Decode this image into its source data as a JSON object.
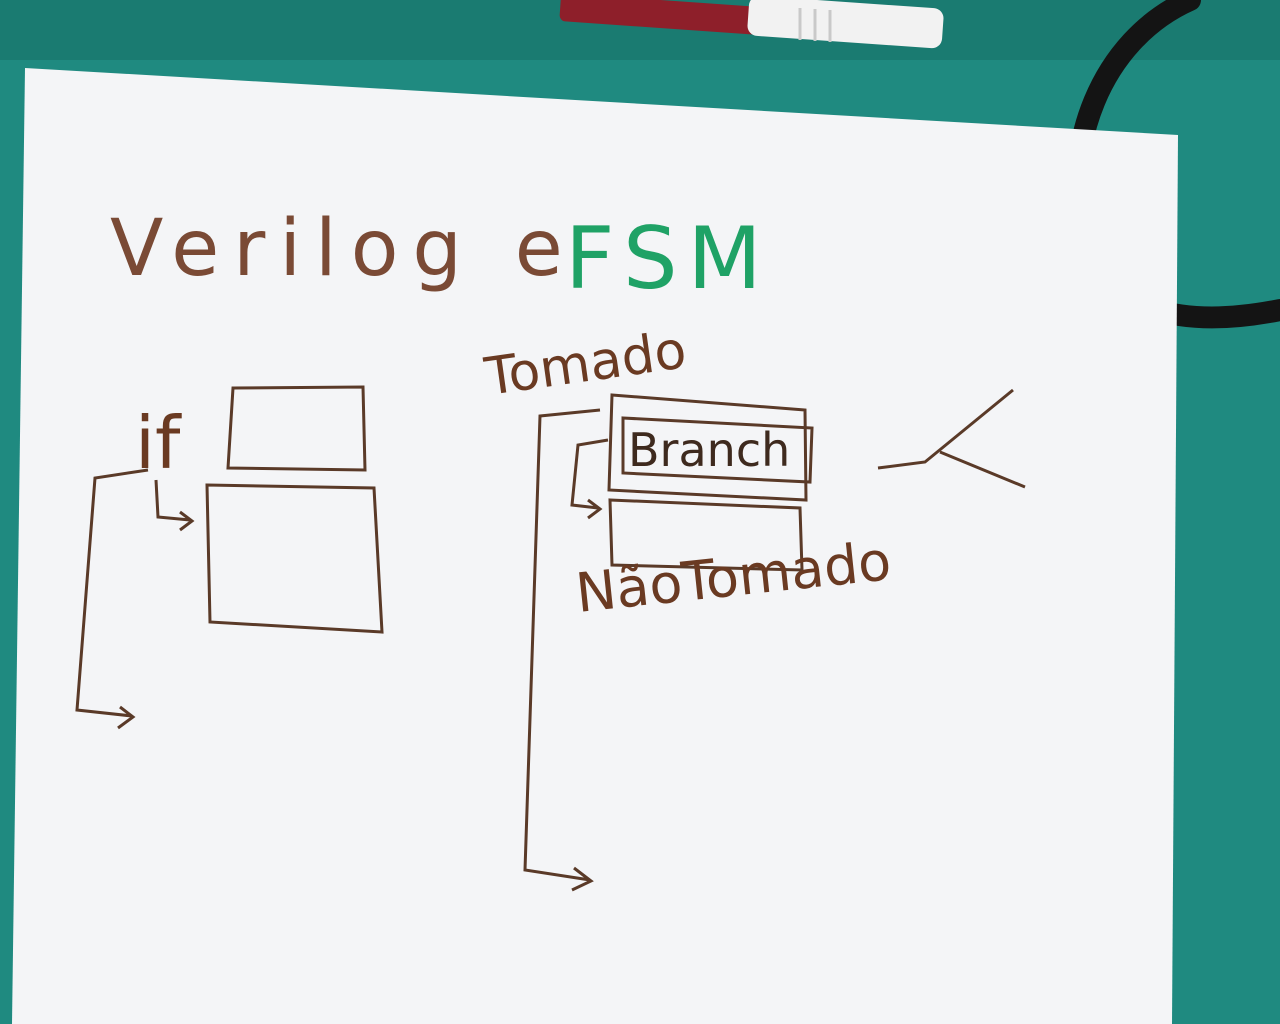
{
  "scene": {
    "background_color": "#1f8a80",
    "paper_color": "#f4f5f7",
    "ink_brown": "#6a3a22",
    "ink_dark": "#3e2a1e",
    "ink_green": "#1fa266",
    "marker_cap_color": "#f2f2f2",
    "marker_body_color": "#8e1f2a",
    "cable_color": "#141414"
  },
  "notes": {
    "title_part1": "Verilog e",
    "title_part2": "FSM",
    "if_label": "if",
    "taken_label": "Tomado",
    "branch_label": "Branch",
    "not_taken_label": "NãoTomado"
  }
}
